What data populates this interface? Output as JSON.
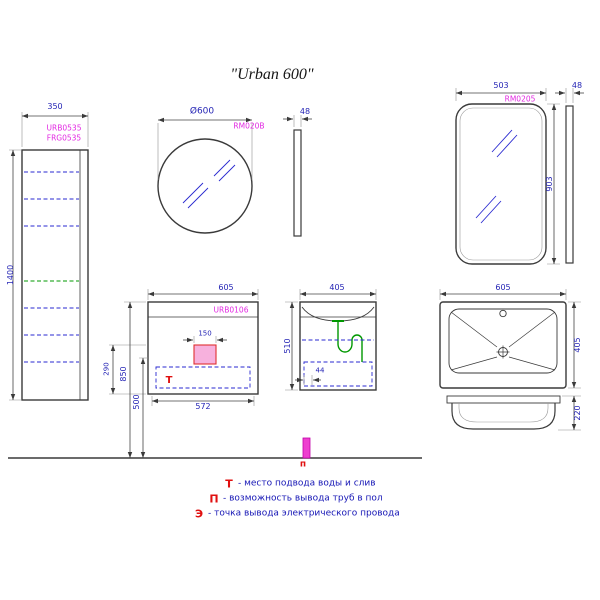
{
  "title": "\"Urban 600\"",
  "colors": {
    "dimension_text": "#2525b5",
    "product_code": "#e228e2",
    "marker_red": "#e01010",
    "legend_text": "#1515b5",
    "drawing_line": "#3a3a3a",
    "hidden_line_blue": "#2a2ad0",
    "plumbing_green": "#009800",
    "floor_outlet_pink": "#ee3fd0"
  },
  "tall_cabinet": {
    "width": "350",
    "height": "1400",
    "code_top": "URB0535",
    "code_bottom": "FRG0535"
  },
  "round_mirror": {
    "diameter": "Ø600",
    "code": "RM020B",
    "side_depth": "48"
  },
  "rect_mirror": {
    "width": "503",
    "height": "903",
    "code": "RM0205",
    "side_depth": "48"
  },
  "vanity": {
    "front_width": "605",
    "code": "URB0106",
    "cutout_width": "150",
    "inner_width": "572",
    "top_height": "850",
    "outlet_height": "500",
    "clearance": "290",
    "depth": "405",
    "side_height": "510",
    "drain_offset": "44",
    "water_marker": "Т"
  },
  "washbasin": {
    "width": "605",
    "depth": "405",
    "height": "220"
  },
  "floor_outlet_marker": "п",
  "legend": [
    {
      "symbol": "Т",
      "label": "- место подвода воды и слив"
    },
    {
      "symbol": "П",
      "label": "- возможность вывода труб в пол"
    },
    {
      "symbol": "Э",
      "label": "- точка вывода электрического провода"
    }
  ]
}
